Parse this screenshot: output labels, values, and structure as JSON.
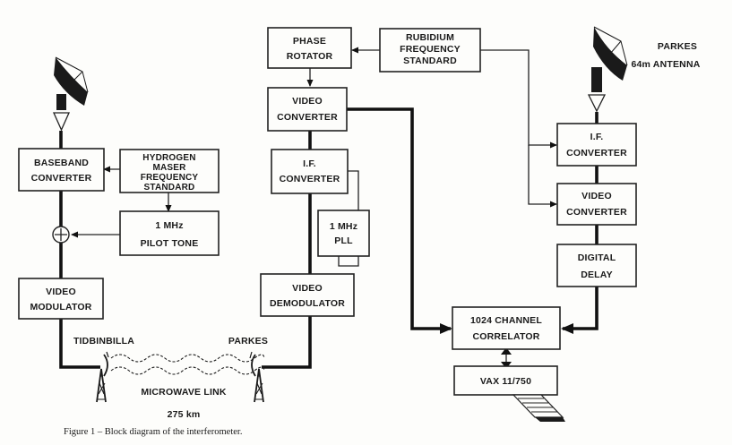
{
  "blocks": {
    "phase_rotator": [
      "PHASE",
      "ROTATOR"
    ],
    "rubidium": [
      "RUBIDIUM",
      "FREQUENCY",
      "STANDARD"
    ],
    "video_converter_mid": [
      "VIDEO",
      "CONVERTER"
    ],
    "if_converter_mid": [
      "I.F.",
      "CONVERTER"
    ],
    "pll": [
      "1 MHz",
      "PLL"
    ],
    "video_demodulator": [
      "VIDEO",
      "DEMODULATOR"
    ],
    "baseband_converter": [
      "BASEBAND",
      "CONVERTER"
    ],
    "hydrogen_maser": [
      "HYDROGEN",
      "MASER",
      "FREQUENCY",
      "STANDARD"
    ],
    "pilot_tone": [
      "1 MHz",
      "PILOT TONE"
    ],
    "video_modulator": [
      "VIDEO",
      "MODULATOR"
    ],
    "if_converter_right": [
      "I.F.",
      "CONVERTER"
    ],
    "video_converter_right": [
      "VIDEO",
      "CONVERTER"
    ],
    "digital_delay": [
      "DIGITAL",
      "DELAY"
    ],
    "correlator": [
      "1024 CHANNEL",
      "CORRELATOR"
    ],
    "vax": [
      "VAX 11/750"
    ]
  },
  "labels": {
    "parkes_antenna": [
      "PARKES",
      "64m  ANTENNA"
    ],
    "tidbinbilla": "TIDBINBILLA",
    "parkes_station": "PARKES",
    "microwave_link": "MICROWAVE LINK",
    "distance": "275 km"
  },
  "caption": "Figure 1 – Block diagram of the interferometer."
}
